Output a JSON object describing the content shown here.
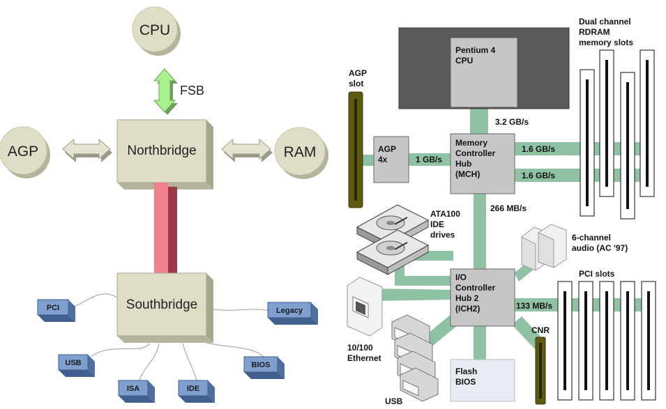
{
  "left_diagram": {
    "cpu": "CPU",
    "fsb": "FSB",
    "agp": "AGP",
    "ram": "RAM",
    "northbridge": "Northbridge",
    "southbridge": "Southbridge",
    "ports": {
      "pci": "PCI",
      "usb": "USB",
      "isa": "ISA",
      "ide": "IDE",
      "bios": "BIOS",
      "legacy": "Legacy"
    }
  },
  "right_diagram": {
    "cpu_line1": "Pentium 4",
    "cpu_line2": "CPU",
    "agp_slot_line1": "AGP",
    "agp_slot_line2": "slot",
    "agp4x_line1": "AGP",
    "agp4x_line2": "4x",
    "mch_line1": "Memory",
    "mch_line2": "Controller",
    "mch_line3": "Hub",
    "mch_line4": "(MCH)",
    "ich_line1": "I/O",
    "ich_line2": "Controller",
    "ich_line3": "Hub 2",
    "ich_line4": "(ICH2)",
    "memory_slots_line1": "Dual channel",
    "memory_slots_line2": "RDRAM",
    "memory_slots_line3": "memory slots",
    "ide_line1": "ATA100",
    "ide_line2": "IDE",
    "ide_line3": "drives",
    "audio_line1": "6-channel",
    "audio_line2": "audio (AC '97)",
    "pci_slots": "PCI slots",
    "cnr": "CNR",
    "ethernet_line1": "10/100",
    "ethernet_line2": "Ethernet",
    "usb": "USB",
    "flash_line1": "Flash",
    "flash_line2": "BIOS",
    "bandwidths": {
      "fsb": "3.2 GB/s",
      "agp": "1 GB/s",
      "mem1": "1.6 GB/s",
      "mem2": "1.6 GB/s",
      "hub": "266 MB/s",
      "pci": "133 MB/s"
    }
  },
  "colors": {
    "node_fill": "#dfddc6",
    "node_shadow": "#b5b39c",
    "arrow_green": "#a9f08f",
    "link_red": "#f07f8f",
    "port_blue": "#7f9fcf",
    "bus_green": "#8fc1a3",
    "chip_gray": "#c6c6c6",
    "cpu_dark": "#5a5a5a",
    "slot_olive": "#5f5a12"
  }
}
